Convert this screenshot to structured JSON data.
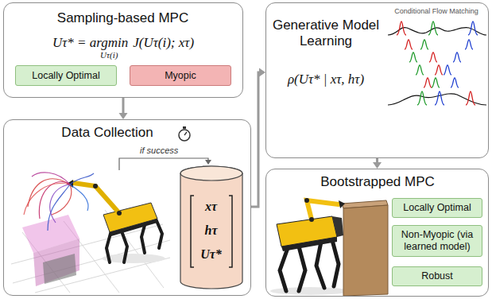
{
  "diagram": {
    "nodes": [
      {
        "text": [
          "Sampling-based MPC",
          "Uτ* = argmin",
          "Uτ(i)",
          "J(Uτ(i); xτ)"
        ]
      },
      {
        "text": [
          "Locally Optimal"
        ],
        "in": 0
      },
      {
        "text": [
          "Myopic"
        ],
        "in": 0
      },
      {
        "text": [
          "Data Collection"
        ]
      },
      {
        "text": [
          "xτ",
          "hτ",
          "Uτ*"
        ],
        "in": 3
      },
      {
        "text": [
          "Generative Model Learning",
          "ρ(Uτ* | xτ, hτ)",
          "Conditional Flow Matching"
        ]
      },
      {
        "text": [
          "Bootstrapped MPC"
        ]
      },
      {
        "text": [
          "Locally Optimal"
        ],
        "in": 6
      },
      {
        "text": [
          "Non-Myopic (via learned model)"
        ],
        "in": 6
      },
      {
        "text": [
          "Robust"
        ],
        "in": 6
      }
    ],
    "edges": [
      {
        "from": 0,
        "to": 3,
        "arrow": "to"
      },
      {
        "from": 3,
        "to": 5,
        "arrow": "to"
      },
      {
        "from": 5,
        "to": 6,
        "arrow": "to"
      }
    ],
    "labels": [
      "if success"
    ]
  }
}
